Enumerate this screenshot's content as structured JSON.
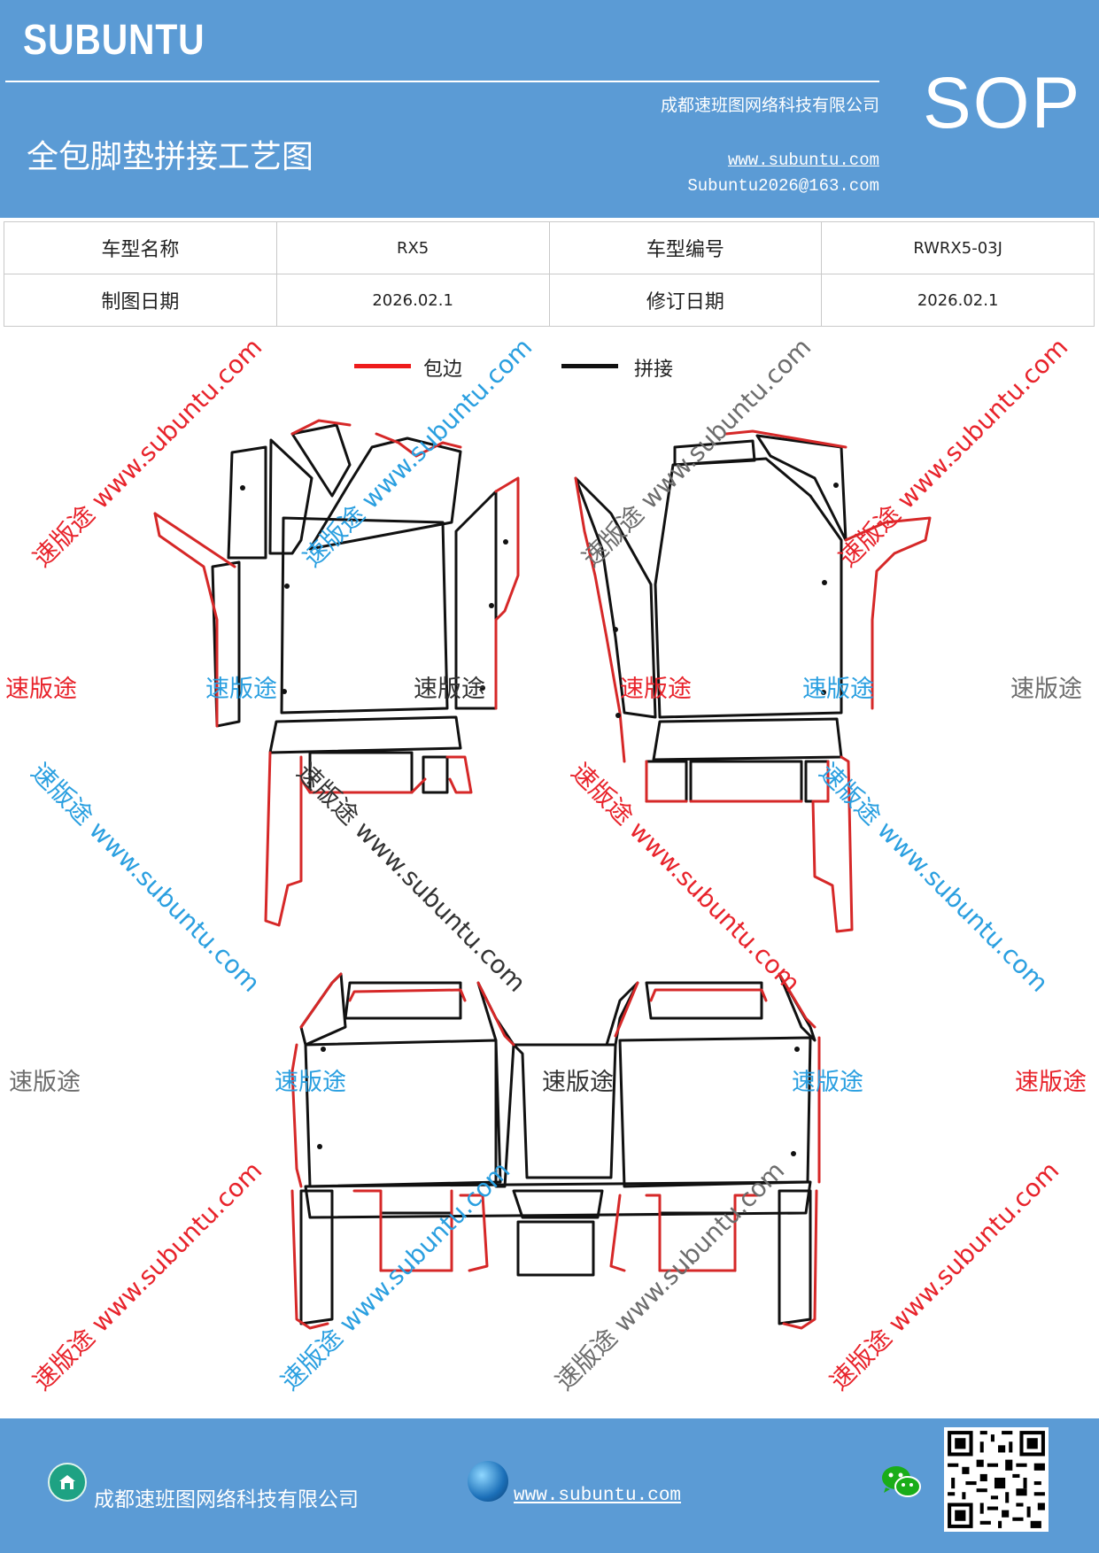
{
  "header": {
    "brand": "SUBUNTU",
    "company": "成都速班图网络科技有限公司",
    "title": "全包脚垫拼接工艺图",
    "website": "www.subuntu.com",
    "email": "Subuntu2026@163.com",
    "badge": "SOP"
  },
  "info_table": {
    "model_name_label": "车型名称",
    "model_name": "RX5",
    "model_code_label": "车型编号",
    "model_code": "RWRX5-03J",
    "draw_date_label": "制图日期",
    "draw_date": "2026.02.1",
    "revise_date_label": "修订日期",
    "revise_date": "2026.02.1"
  },
  "legend": {
    "items": [
      {
        "label": "包边",
        "color": "#ee1c1c"
      },
      {
        "label": "拼接",
        "color": "#111111"
      }
    ]
  },
  "watermark": {
    "short": "速版途",
    "long": "速版途 www.subuntu.com",
    "colors": {
      "red": "#e8232b",
      "blue": "#2a9fe0",
      "gray": "#6d6d6d"
    }
  },
  "footer": {
    "company": "成都速班图网络科技有限公司",
    "website": "www.subuntu.com",
    "home_icon": "home-icon",
    "globe_icon": "globe-icon",
    "wechat_icon": "wechat-icon"
  }
}
